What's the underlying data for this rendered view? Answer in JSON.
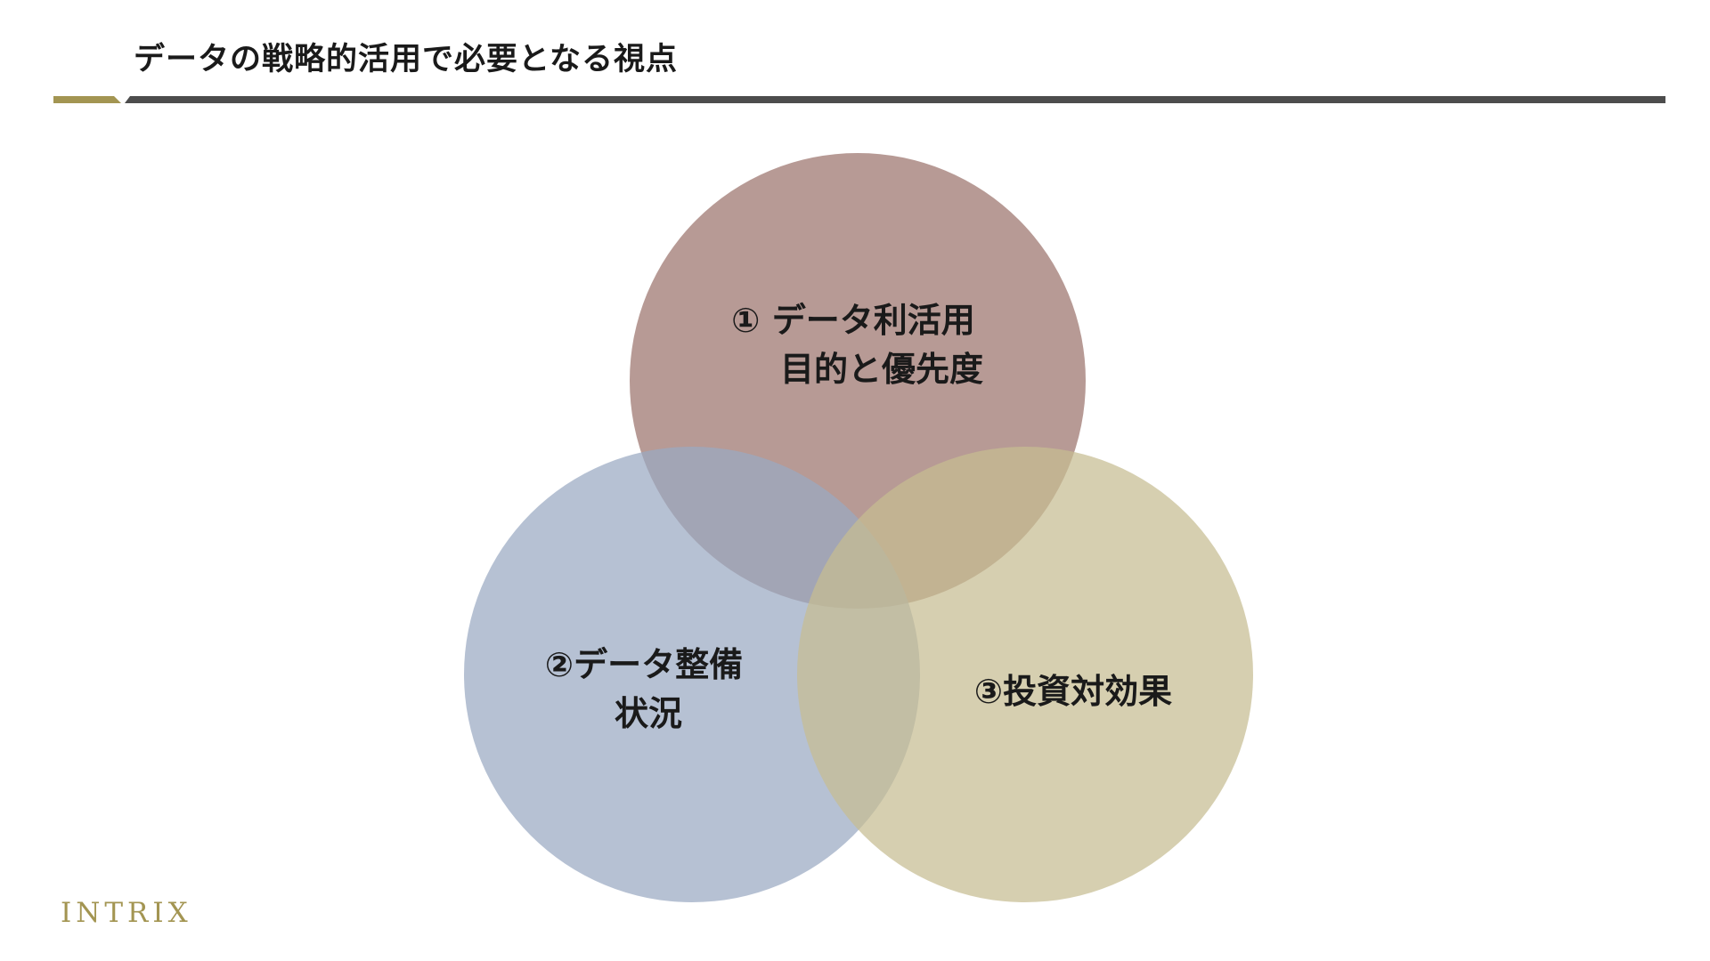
{
  "slide": {
    "title": "データの戦略的活用で必要となる視点",
    "logo": "INTRIX"
  },
  "colors": {
    "accent": "#a39552",
    "rule": "#4d4d4d",
    "circle_top": "#a37d77",
    "circle_left": "#9aa9c2",
    "circle_right": "#c6bd91"
  },
  "diagram": {
    "circles": [
      {
        "name": "circle-data-utilization-purpose",
        "lines": [
          "① データ利活用",
          "目的と優先度"
        ]
      },
      {
        "name": "circle-data-readiness",
        "lines": [
          "②データ整備",
          "状況"
        ]
      },
      {
        "name": "circle-roi",
        "lines": [
          "③投資対効果"
        ]
      }
    ]
  }
}
